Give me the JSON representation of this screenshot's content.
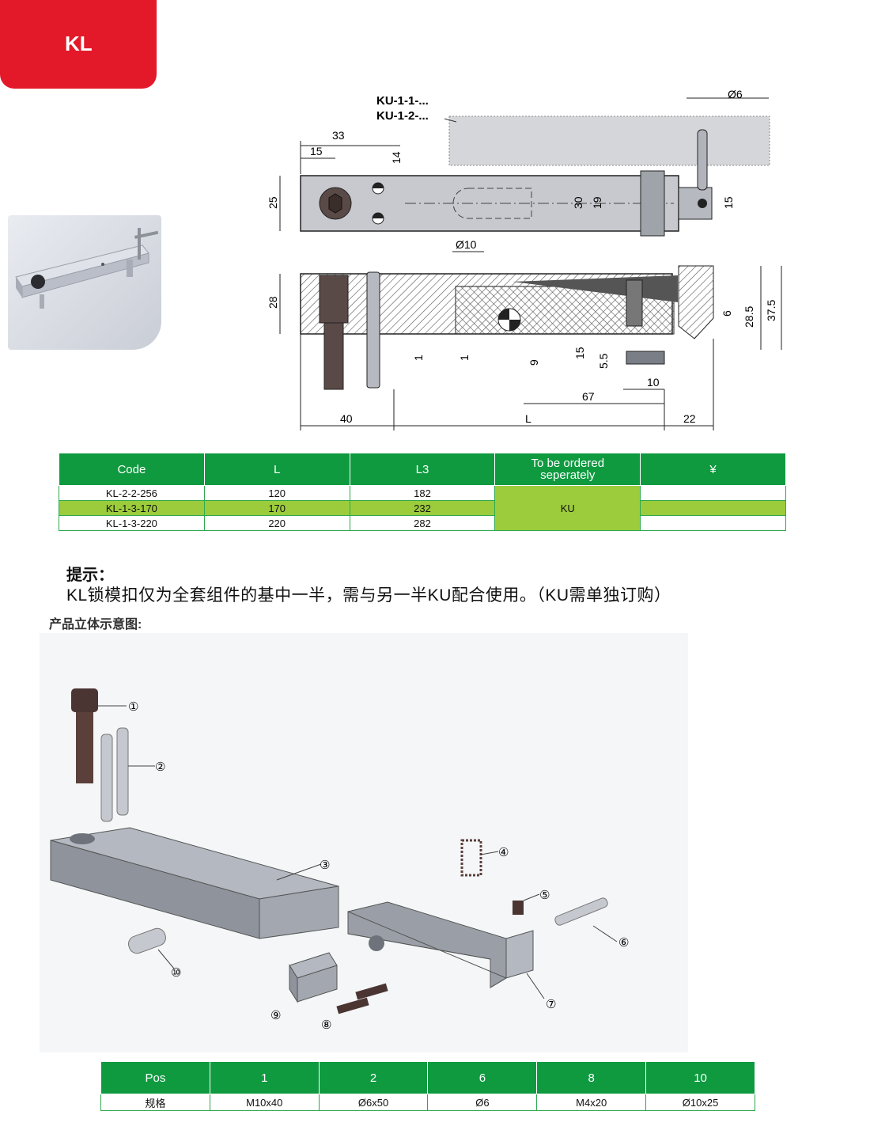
{
  "header": {
    "tab_label": "KL"
  },
  "drawing": {
    "callout_ku_1": "KU-1-1-...",
    "callout_ku_2": "KU-1-2-...",
    "dims": {
      "d6": "Ø6",
      "d33": "33",
      "d15a": "15",
      "d14": "14",
      "d25": "25",
      "d30": "30",
      "d19": "19",
      "d15b": "15",
      "d10dia": "Ø10",
      "d28": "28",
      "d6b": "6",
      "d28_5": "28.5",
      "d37_5": "37.5",
      "d1a": "1",
      "d1b": "1",
      "d9": "9",
      "d15c": "15",
      "d5_5": "5.5",
      "d10": "10",
      "d67": "67",
      "d40": "40",
      "dL": "L",
      "d22": "22"
    }
  },
  "spec_table": {
    "headers": [
      "Code",
      "L",
      "L3",
      "To be ordered seperately",
      "¥"
    ],
    "order_line1": "To be ordered",
    "order_line2": "seperately",
    "rows": [
      {
        "code": "KL-2-2-256",
        "l": "120",
        "l3": "182"
      },
      {
        "code": "KL-1-3-170",
        "l": "170",
        "l3": "232"
      },
      {
        "code": "KL-1-3-220",
        "l": "220",
        "l3": "282"
      }
    ],
    "ku_label": "KU"
  },
  "hint": {
    "title": "提示：",
    "text": "KL锁模扣仅为全套组件的基中一半，需与另一半KU配合使用。（KU需单独订购）"
  },
  "iso": {
    "title": "产品立体示意图:",
    "callouts": [
      "①",
      "②",
      "③",
      "④",
      "⑤",
      "⑥",
      "⑦",
      "⑧",
      "⑨",
      "⑩"
    ]
  },
  "parts_table": {
    "header_pos": "Pos",
    "header_values": [
      "1",
      "2",
      "6",
      "8",
      "10"
    ],
    "row_label": "规格",
    "row_values": [
      "M10x40",
      "Ø6x50",
      "Ø6",
      "M4x20",
      "Ø10x25"
    ]
  },
  "colors": {
    "red": "#e3192a",
    "green": "#0f9a40",
    "lime": "#9ccc3c"
  }
}
